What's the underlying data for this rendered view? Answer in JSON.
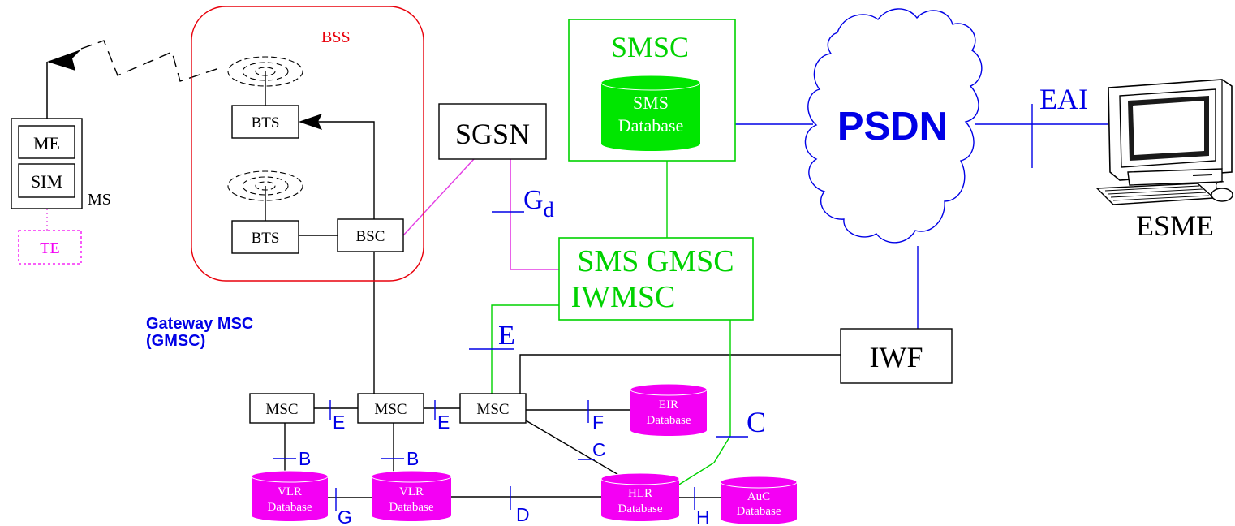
{
  "colors": {
    "black": "#000000",
    "bss_red": "#e8000b",
    "smsc_green": "#00d200",
    "db_green": "#00e600",
    "magenta": "#f400f4",
    "link_magenta": "#e33be3",
    "blue": "#0000e6"
  },
  "icons": {
    "mobile_station": "phone-icon",
    "antenna": "radio-waves-icon",
    "cloud": "cloud-icon",
    "computer": "computer-icon",
    "database": "cylinder-icon"
  },
  "labels": {
    "bss": "BSS",
    "smsc": "SMSC",
    "psdn": "PSDN",
    "eai": "EAI",
    "esme": "ESME",
    "ms": "MS",
    "me": "ME",
    "sim": "SIM",
    "te": "TE",
    "bts_top": "BTS",
    "bts_bottom": "BTS",
    "bsc": "BSC",
    "sgsn": "SGSN",
    "gd_main": "G",
    "gd_sub": "d",
    "sms_gmsc": "SMS GMSC",
    "iwmsc": "IWMSC",
    "gateway_msc_1": "Gateway MSC",
    "gateway_msc_2": "(GMSC)",
    "e_big": "E",
    "iwf": "IWF",
    "c_big": "C",
    "msc_left": "MSC",
    "msc_mid": "MSC",
    "msc_right": "MSC",
    "e_left": "E",
    "e_right": "E",
    "f": "F",
    "c_small": "C",
    "b_left": "B",
    "b_right": "B",
    "g": "G",
    "d": "D",
    "h": "H"
  },
  "databases": {
    "sms": [
      "SMS",
      "Database"
    ],
    "eir": [
      "EIR",
      "Database"
    ],
    "vlr_left": [
      "VLR",
      "Database"
    ],
    "vlr_right": [
      "VLR",
      "Database"
    ],
    "hlr": [
      "HLR",
      "Database"
    ],
    "auc": [
      "AuC",
      "Database"
    ]
  }
}
